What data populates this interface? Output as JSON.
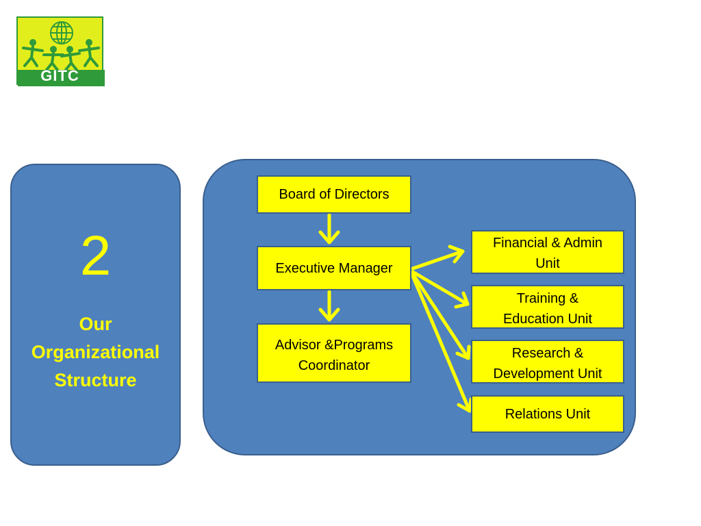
{
  "logo": {
    "text": "GITC"
  },
  "side_panel": {
    "number": "2",
    "title_line1": "Our",
    "title_line2": "Organizational",
    "title_line3": "Structure"
  },
  "org_chart": {
    "board": "Board of Directors",
    "manager": "Executive Manager",
    "advisor_line1": "Advisor &Programs",
    "advisor_line2": "Coordinator",
    "units": [
      {
        "line1": "Financial & Admin",
        "line2": "Unit"
      },
      {
        "line1": "Training &",
        "line2": "Education Unit"
      },
      {
        "line1": "Research &",
        "line2": "Development Unit"
      },
      {
        "line1": "Relations Unit",
        "line2": ""
      }
    ]
  },
  "colors": {
    "panel": "#4f81bd",
    "box": "#ffff00",
    "arrow": "#ffff00",
    "logo_bg": "#e2ee1c",
    "logo_green": "#2f9a3a"
  }
}
